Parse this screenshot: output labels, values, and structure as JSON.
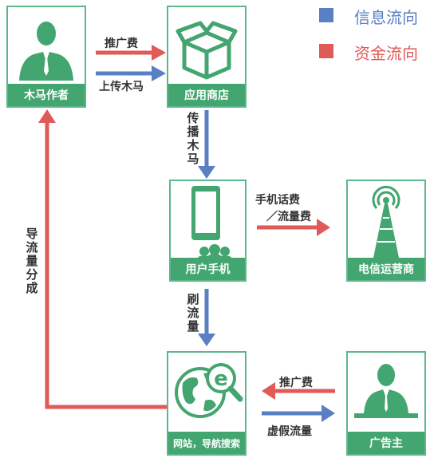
{
  "legend": {
    "info_flow": {
      "label": "信息流向",
      "color": "#5a7fc2"
    },
    "money_flow": {
      "label": "资金流向",
      "color": "#e05a57"
    }
  },
  "nodes": {
    "trojan_author": "木马作者",
    "app_store": "应用商店",
    "user_phone": "用户手机",
    "telecom_operator": "电信运营商",
    "website": "网站，导航搜索",
    "advertiser": "广告主"
  },
  "edges": {
    "promo_fee_top": "推广费",
    "upload_trojan": "上传木马",
    "spread_trojan": "传播木马",
    "phone_data_fee_1": "手机话费",
    "phone_data_fee_2": "／流量费",
    "brush_traffic": "刷流量",
    "traffic_share": "导流量分成",
    "promo_fee_bottom": "推广费",
    "fake_traffic": "虚假流量"
  },
  "colors": {
    "node_green": "#43a56f",
    "info_blue": "#5a7fc2",
    "money_red": "#e05a57"
  }
}
